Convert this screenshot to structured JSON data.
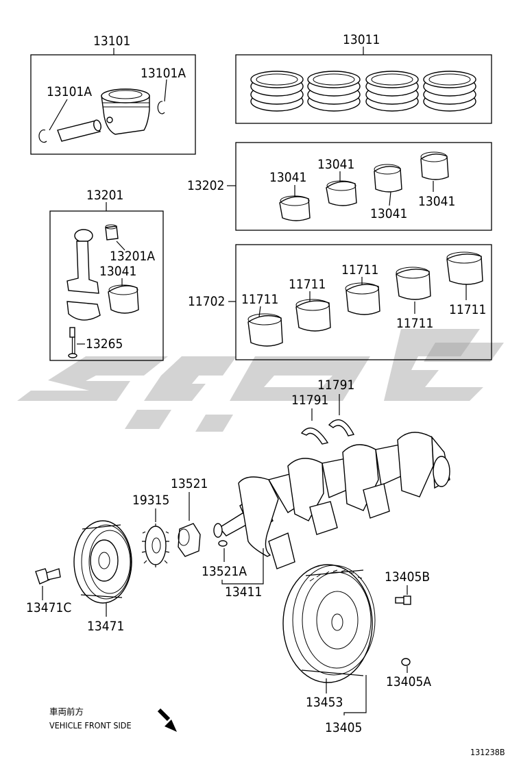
{
  "labels": {
    "piston_set": "13101",
    "piston_pin_a": "13101A",
    "piston_clip_a": "13101A",
    "ring_set": "13011",
    "conrod_bearing_set": "13202",
    "crank_bearing_set": "11702",
    "conrod_assy": "13201",
    "conrod_bush": "13201A",
    "conrod_bearing_in_rod": "13041",
    "conrod_bolt": "13265",
    "b13041_1": "13041",
    "b13041_2": "13041",
    "b13041_3": "13041",
    "b13041_4": "13041",
    "b11711_1": "11711",
    "b11711_2": "11711",
    "b11711_3": "11711",
    "b11711_4": "11711",
    "b11711_5": "11711",
    "thrust_1": "11791",
    "thrust_2": "11791",
    "crank_gear": "13521",
    "crank_key": "13521A",
    "crankshaft": "13411",
    "sprocket": "19315",
    "pulley": "13471",
    "pulley_bolt": "13471C",
    "flywheel_bolt": "13405B",
    "flywheel_pin": "13405A",
    "ring_gear": "13453",
    "flywheel": "13405"
  },
  "direction": {
    "japanese": "車両前方",
    "english": "VEHICLE FRONT SIDE"
  },
  "figure_code": "131238B",
  "watermark_color": "#9e9e9e"
}
